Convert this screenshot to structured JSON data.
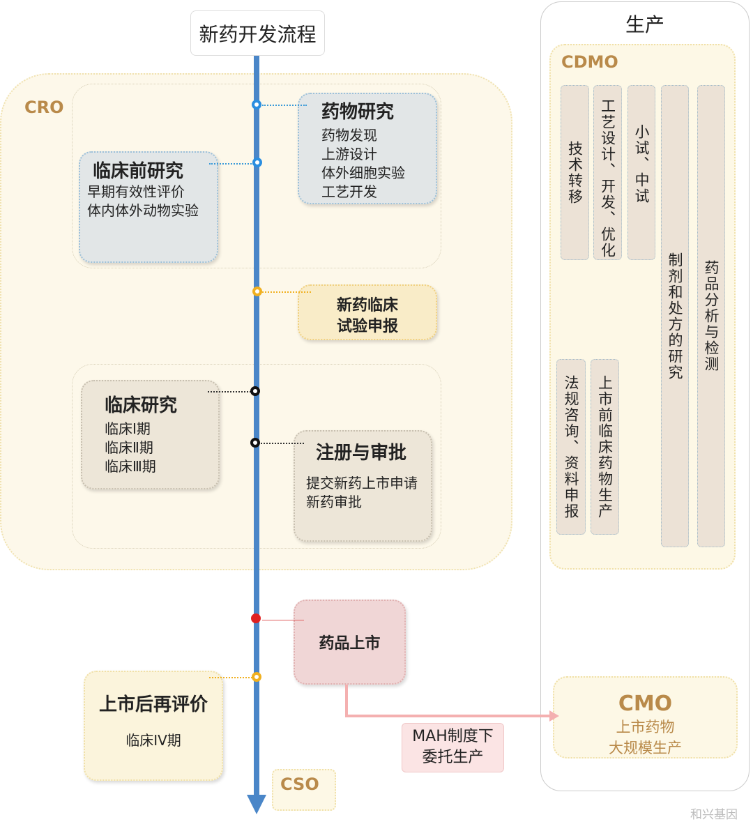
{
  "title": "新药开发流程",
  "cro": {
    "label": "CRO",
    "drug_research": {
      "title": "药物研究",
      "items": [
        "药物发现",
        "上游设计",
        "体外细胞实验",
        "工艺开发"
      ]
    },
    "preclinical": {
      "title": "临床前研究",
      "items": [
        "早期有效性评价",
        "体内体外动物实验"
      ]
    },
    "ind": {
      "line1": "新药临床",
      "line2": "试验申报"
    },
    "clinical": {
      "title": "临床研究",
      "items": [
        "临床Ⅰ期",
        "临床Ⅱ期",
        "临床Ⅲ期"
      ]
    },
    "registration": {
      "title": "注册与审批",
      "items": [
        "提交新药上市申请",
        "新药审批"
      ]
    }
  },
  "launch": "药品上市",
  "post_market": {
    "title": "上市后再评价",
    "item": "临床IV期"
  },
  "cso": "CSO",
  "mah": {
    "line1": "MAH制度下",
    "line2": "委托生产"
  },
  "production": {
    "title": "生产",
    "cdmo": {
      "label": "CDMO",
      "columns": [
        "技术转移",
        "工艺设计、开发、优化",
        "小试、中试",
        "制剂和处方的研究",
        "药品分析与检测",
        "法规咨询、资料申报",
        "上市前临床药物生产"
      ]
    },
    "cmo": {
      "label": "CMO",
      "line1": "上市药物",
      "line2": "大规模生产"
    }
  },
  "watermark": "和兴基因",
  "colors": {
    "timeline": "#4a86c8",
    "brown": "#b98a4a",
    "node_blue": "#2a8ee0",
    "node_yellow": "#f0b020",
    "node_black": "#111111",
    "node_red": "#e02020",
    "arrow_pink": "#f4b0b0"
  }
}
